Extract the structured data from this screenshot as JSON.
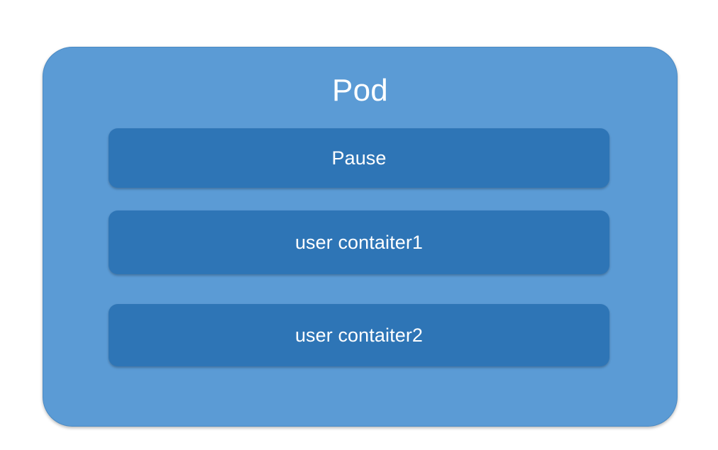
{
  "diagram": {
    "type": "nested-block-diagram",
    "background_color": "#FFFFFF",
    "pod": {
      "title": "Pod",
      "fill_color": "#5B9BD5",
      "border_color": "#4A8AC4",
      "title_color": "#FFFFFF",
      "containers": [
        {
          "label": "Pause",
          "fill_color": "#2E75B6",
          "label_color": "#FFFFFF"
        },
        {
          "label": "user contaiter1",
          "fill_color": "#2E75B6",
          "label_color": "#FFFFFF"
        },
        {
          "label": "user contaiter2",
          "fill_color": "#2E75B6",
          "label_color": "#FFFFFF"
        }
      ]
    }
  }
}
